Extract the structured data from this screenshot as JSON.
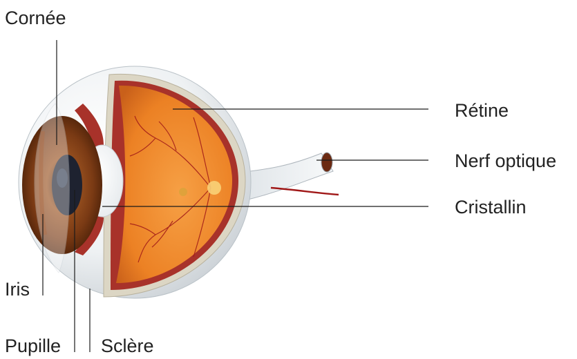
{
  "diagram": {
    "labels": {
      "cornea": "Cornée",
      "retina": "Rétine",
      "optic_nerve": "Nerf optique",
      "lens": "Cristallin",
      "iris": "Iris",
      "pupil": "Pupille",
      "sclera": "Sclère"
    },
    "colors": {
      "retina_orange": "#f08a2c",
      "choroid_red": "#a8322a",
      "sclera_white": "#e8ecef",
      "iris_brown": "#8a4a1c",
      "pupil_dark": "#1e2230",
      "vessel_red": "#a01818"
    }
  }
}
